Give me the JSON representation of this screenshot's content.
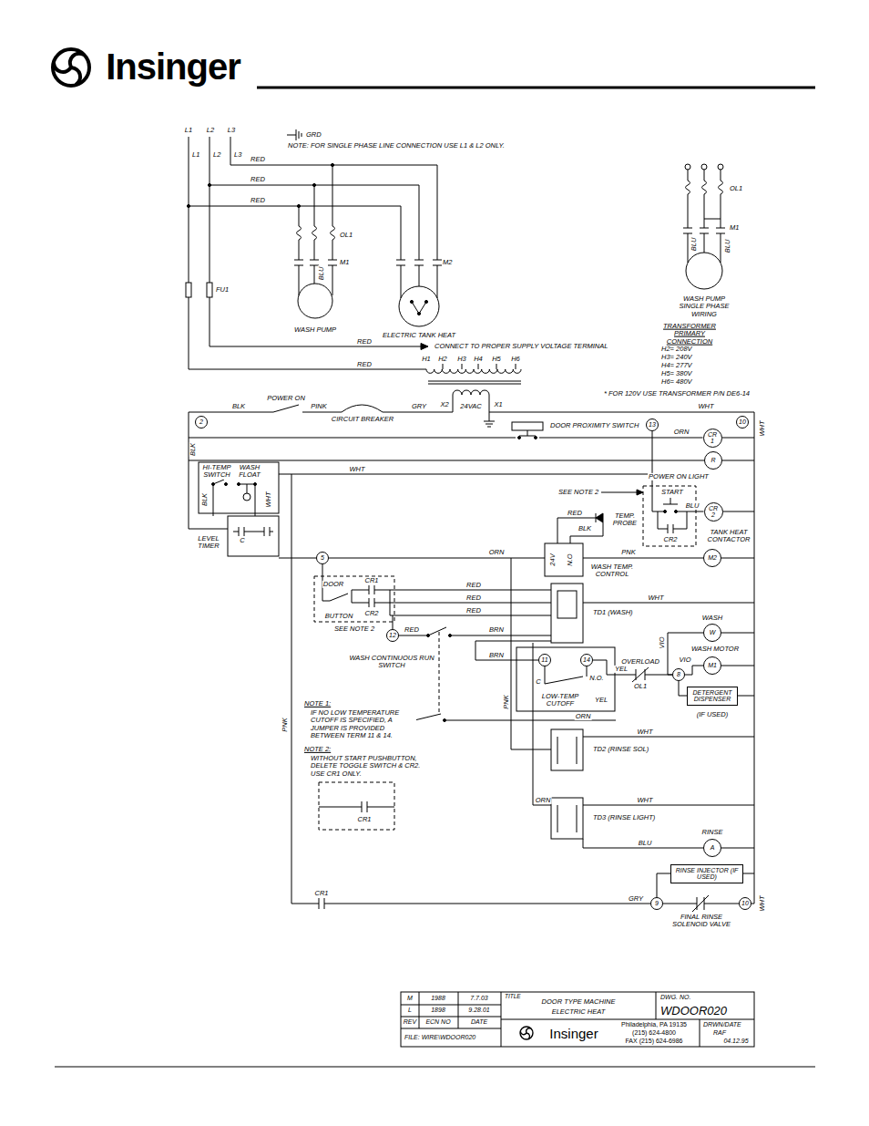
{
  "diagram": {
    "nodes": [
      {
        "text": [
          "2"
        ]
      },
      {
        "text": [
          "10"
        ]
      },
      {
        "text": [
          "13"
        ]
      },
      {
        "text": [
          "CR 1"
        ]
      },
      {
        "text": [
          "R"
        ]
      },
      {
        "text": [
          "CR 2"
        ]
      },
      {
        "text": [
          "5"
        ]
      },
      {
        "text": [
          "M2"
        ]
      },
      {
        "text": [
          "12"
        ]
      },
      {
        "text": [
          "W"
        ]
      },
      {
        "text": [
          "11"
        ]
      },
      {
        "text": [
          "14"
        ]
      },
      {
        "text": [
          "M1"
        ]
      },
      {
        "text": [
          "8"
        ]
      },
      {
        "text": [
          "DETERGENT DISPENSER"
        ]
      },
      {
        "text": [
          "A"
        ]
      },
      {
        "text": [
          "RINSE INJECTOR (IF USED)"
        ]
      },
      {
        "text": [
          "9"
        ]
      },
      {
        "text": [
          "10"
        ]
      }
    ],
    "edges": [
      {
        "from": 13,
        "to": 12,
        "arrow": "none"
      },
      {
        "from": 13,
        "to": 9,
        "arrow": "none"
      },
      {
        "from": 13,
        "to": 14,
        "arrow": "none"
      },
      {
        "from": 17,
        "to": 16,
        "arrow": "none"
      }
    ],
    "labels": [
      "Insinger",
      "L1",
      "L2",
      "L3",
      "GRD",
      "NOTE: FOR SINGLE PHASE LINE CONNECTION USE L1 & L2 ONLY.",
      "L1",
      "L2",
      "L3",
      "RED",
      "RED",
      "RED",
      "OL1",
      "BLU",
      "M1",
      "M2",
      "FU1",
      "WASH PUMP",
      "ELECTRIC TANK HEAT",
      "RED",
      "CONNECT TO PROPER SUPPLY VOLTAGE TERMINAL",
      "RED",
      "H1",
      "H2",
      "H3",
      "H4",
      "H5",
      "H6",
      "X2",
      "24VAC",
      "X1",
      "OL1",
      "M1",
      "BLU",
      "BLU",
      "WASH PUMP SINGLE PHASE WIRING",
      "TRANSFORMER PRIMARY CONNECTION",
      "H2= 208V",
      "H3= 240V",
      "H4= 277V",
      "H5= 380V",
      "H6= 480V",
      "* FOR 120V USE TRANSFORMER P/N DE6-14",
      "POWER ON",
      "BLK",
      "PINK",
      "CIRCUIT BREAKER",
      "GRY",
      "WHT",
      "BLK",
      "DOOR PROXIMITY SWITCH",
      "ORN",
      "POWER ON LIGHT",
      "HI-TEMP SWITCH",
      "WASH FLOAT",
      "WHT",
      "BLK",
      "WHT",
      "SEE NOTE 2",
      "START",
      "BLU",
      "CR2",
      "TANK HEAT CONTACTOR",
      "LEVEL TIMER",
      "C",
      "RED",
      "TEMP. PROBE",
      "BLK",
      "ORN",
      "PNK",
      "24V",
      "N.O",
      "WASH TEMP. CONTROL",
      "DOOR",
      "CR1",
      "BUTTON",
      "CR2",
      "RED",
      "RED",
      "WHT",
      "RED",
      "TD1 (WASH)",
      "SEE NOTE 2",
      "RED",
      "BRN",
      "WASH",
      "WASH CONTINUOUS RUN SWITCH",
      "BRN",
      "VIO",
      "WASH MOTOR",
      "VIO",
      "OVERLOAD",
      "YEL",
      "OL1",
      "C",
      "N.O.",
      "(IF USED)",
      "LOW-TEMP CUTOFF",
      "YEL",
      "PNK",
      "ORN",
      "NOTE 1:",
      "IF NO LOW TEMPERATURE CUTOFF IS SPECIFIED, A JUMPER IS PROVIDED BETWEEN TERM 11 & 14.",
      "NOTE 2:",
      "WITHOUT START PUSHBUTTON, DELETE TOGGLE SWITCH & CR2. USE CR1 ONLY.",
      "WHT",
      "TD2 (RINSE SOL)",
      "PNK",
      "CR1",
      "ORN",
      "WHT",
      "TD3 (RINSE LIGHT)",
      "BLU",
      "RINSE",
      "CR1",
      "GRY",
      "FINAL RINSE SOLENOID VALVE",
      "WHT",
      "WHT",
      "M",
      "1988",
      "7.7.03",
      "L",
      "1898",
      "9.28.01",
      "REV",
      "ECN NO",
      "DATE",
      "FILE: WIRE\\WDOOR020",
      "TITLE",
      "DOOR TYPE MACHINE",
      "ELECTRIC HEAT",
      "DWG. NO.",
      "WDOOR020",
      "Insinger",
      "Philadelphia, PA 19135",
      "(215) 624-4800",
      "FAX (215) 624-6986",
      "DRWN/DATE",
      "RAF",
      "04.12.95"
    ]
  }
}
